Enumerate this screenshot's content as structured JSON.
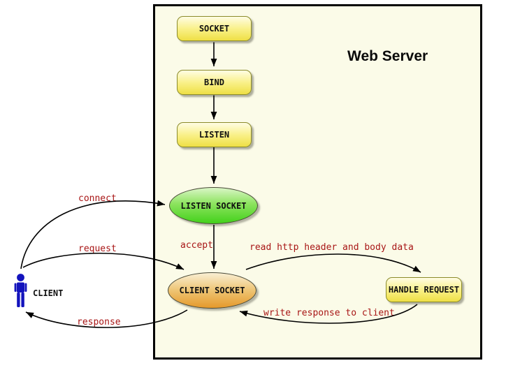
{
  "title": "Web Server",
  "nodes": {
    "socket": {
      "label": "SOCKET"
    },
    "bind": {
      "label": "BIND"
    },
    "listen": {
      "label": "LISTEN"
    },
    "listen_socket": {
      "label": "LISTEN SOCKET"
    },
    "client_socket": {
      "label": "CLIENT SOCKET"
    },
    "handle_request": {
      "label": "HANDLE REQUEST"
    }
  },
  "actor": {
    "label": "CLIENT"
  },
  "edge_labels": {
    "connect": "connect",
    "request": "request",
    "accept": "accept",
    "read": "read http header and body data",
    "write": "write response to client",
    "response": "response"
  },
  "colors": {
    "server_background": "#fbfbe8",
    "server_border": "#000000",
    "node_yellow_top": "#fffde4",
    "node_yellow_bottom": "#eedf45",
    "node_border_olive": "#8b8b2a",
    "ellipse_green_top": "#daf6c7",
    "ellipse_green_bottom": "#43d11b",
    "ellipse_orange_top": "#f9efd4",
    "ellipse_orange_bottom": "#e5992b",
    "edge_label_red": "#a81616",
    "actor_blue": "#1313bd",
    "arrow_black": "#000000"
  }
}
